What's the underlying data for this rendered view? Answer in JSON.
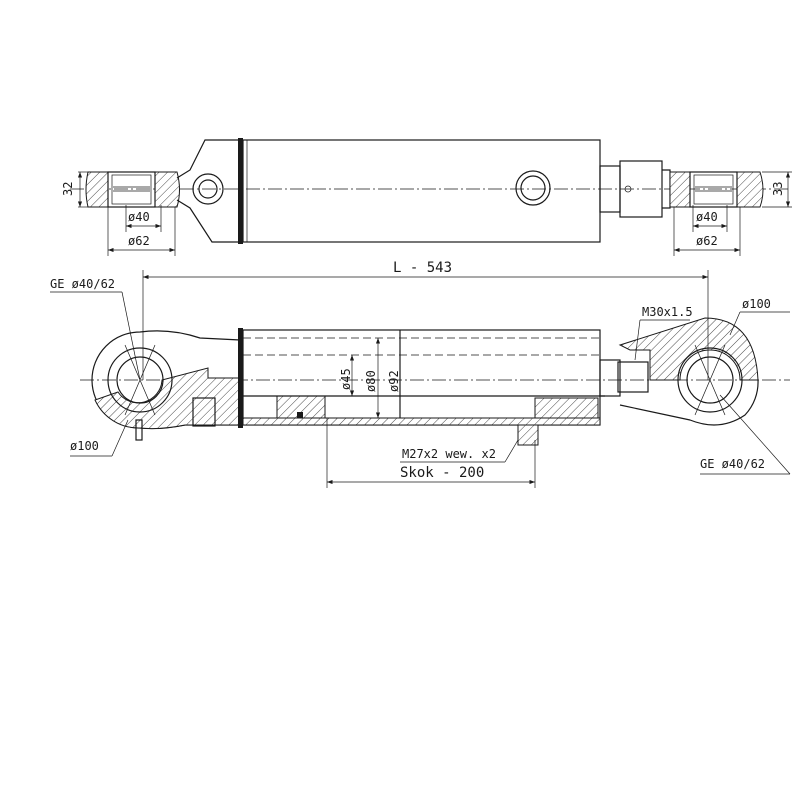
{
  "top_view": {
    "left_eye_width": "32",
    "left_bore": "ø40",
    "left_outer": "ø62",
    "right_eye_width": "33",
    "right_bore": "ø40",
    "right_outer": "ø62"
  },
  "section_view": {
    "overall_length": "L - 543",
    "left_bearing": "GE ø40/62",
    "left_eye_diameter": "ø100",
    "rod_thread": "M30x1.5",
    "right_eye_diameter": "ø100",
    "rod_diameter": "ø45",
    "bore_diameter": "ø80",
    "tube_outer_diameter": "ø92",
    "port_thread": "M27x2 wew. x2",
    "right_bearing": "GE ø40/62",
    "stroke": "Skok - 200"
  }
}
